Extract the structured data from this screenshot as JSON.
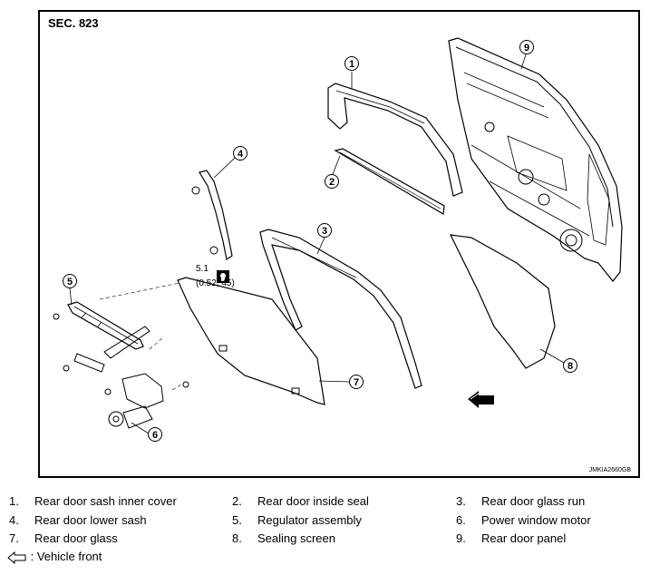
{
  "figure": {
    "section": "SEC. 823",
    "code": "JMKIA2660GB",
    "torque": {
      "value": "5.1",
      "sub": "(0.52, 45)"
    }
  },
  "callouts": [
    "1",
    "2",
    "3",
    "4",
    "5",
    "6",
    "7",
    "8",
    "9"
  ],
  "legend": [
    {
      "num": "1.",
      "label": "Rear door sash inner cover"
    },
    {
      "num": "2.",
      "label": "Rear door inside seal"
    },
    {
      "num": "3.",
      "label": "Rear door glass run"
    },
    {
      "num": "4.",
      "label": "Rear door lower sash"
    },
    {
      "num": "5.",
      "label": "Regulator assembly"
    },
    {
      "num": "6.",
      "label": "Power window motor"
    },
    {
      "num": "7.",
      "label": "Rear door glass"
    },
    {
      "num": "8.",
      "label": "Sealing screen"
    },
    {
      "num": "9.",
      "label": "Rear door panel"
    }
  ],
  "vehicle_front": {
    "icon": "arrow-left-icon",
    "label": ": Vehicle front"
  }
}
